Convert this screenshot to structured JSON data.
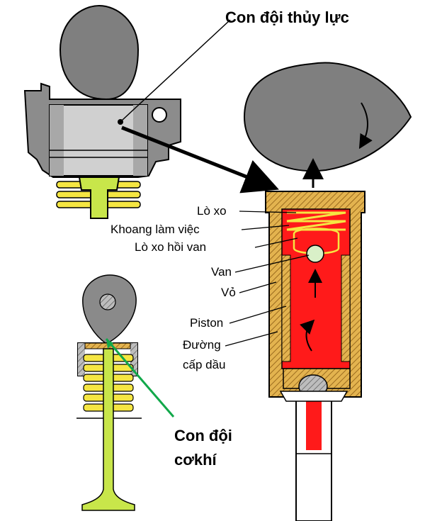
{
  "labels": {
    "hydraulic_lifter": "Con đội thủy lực",
    "spring": "Lò xo",
    "working_chamber": "Khoang làm việc",
    "valve_return_spring": "Lò xo hồi van",
    "valve": "Van",
    "housing": "Vỏ",
    "piston": "Piston",
    "oil_supply_line1": "Đường",
    "oil_supply_line2": "cấp dầu",
    "mechanical_lifter_line1": "Con đội",
    "mechanical_lifter_line2": "cơkhí"
  },
  "colors": {
    "cam_gray": "#7f7f7f",
    "lifter_body": "#c9c9c9",
    "oil_red": "#ff1a1a",
    "housing_tan": "#d9a441",
    "spring_yellow": "#f5e642",
    "valve_green": "#c8e64a",
    "pointer_green": "#11a84a",
    "outline": "#000000"
  }
}
